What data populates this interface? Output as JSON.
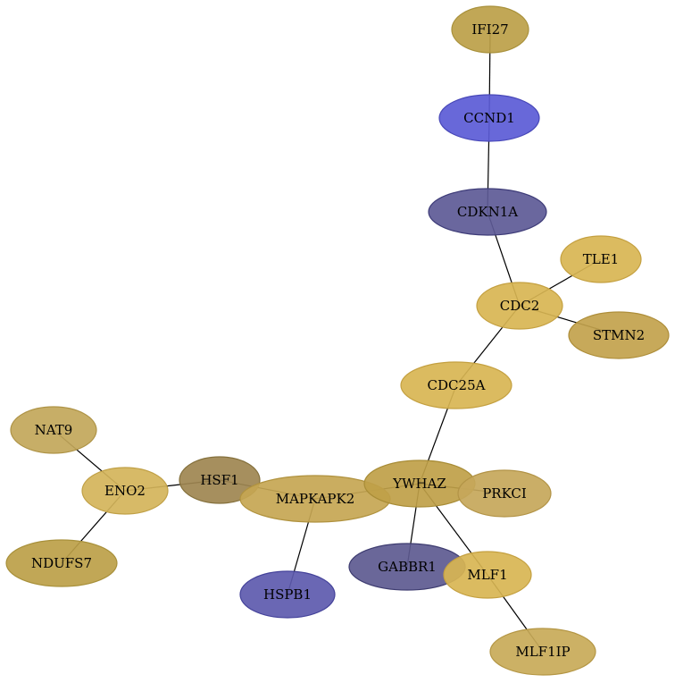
{
  "graph": {
    "nodes": [
      {
        "id": "IFI27",
        "label": "IFI27",
        "fill": "#BCA048",
        "stroke": "#A8903A"
      },
      {
        "id": "CCND1",
        "label": "CCND1",
        "fill": "#5B5BD6",
        "stroke": "#4848B8"
      },
      {
        "id": "CDKN1A",
        "label": "CDKN1A",
        "fill": "#5D5A96",
        "stroke": "#3E3C78"
      },
      {
        "id": "TLE1",
        "label": "TLE1",
        "fill": "#D8B552",
        "stroke": "#C4A040"
      },
      {
        "id": "CDC2",
        "label": "CDC2",
        "fill": "#D8B552",
        "stroke": "#C4A040"
      },
      {
        "id": "STMN2",
        "label": "STMN2",
        "fill": "#C2A24C",
        "stroke": "#AE8E3A"
      },
      {
        "id": "CDC25A",
        "label": "CDC25A",
        "fill": "#D8B552",
        "stroke": "#C4A040"
      },
      {
        "id": "NAT9",
        "label": "NAT9",
        "fill": "#C2A75A",
        "stroke": "#AE9346"
      },
      {
        "id": "ENO2",
        "label": "ENO2",
        "fill": "#D4B45A",
        "stroke": "#C0A046"
      },
      {
        "id": "NDUFS7",
        "label": "NDUFS7",
        "fill": "#BCA048",
        "stroke": "#A8903A"
      },
      {
        "id": "HSF1",
        "label": "HSF1",
        "fill": "#9E8550",
        "stroke": "#84703C"
      },
      {
        "id": "MAPKAPK2",
        "label": "MAPKAPK2",
        "fill": "#C5A652",
        "stroke": "#B0923E"
      },
      {
        "id": "YWHAZ",
        "label": "YWHAZ",
        "fill": "#BFA048",
        "stroke": "#A88C36"
      },
      {
        "id": "PRKCI",
        "label": "PRKCI",
        "fill": "#C6A75A",
        "stroke": "#B29346"
      },
      {
        "id": "GABBR1",
        "label": "GABBR1",
        "fill": "#5D5A90",
        "stroke": "#3E3C70"
      },
      {
        "id": "MLF1",
        "label": "MLF1",
        "fill": "#D8B552",
        "stroke": "#C4A040"
      },
      {
        "id": "HSPB1",
        "label": "HSPB1",
        "fill": "#5D5AAE",
        "stroke": "#44429A"
      },
      {
        "id": "MLF1IP",
        "label": "MLF1IP",
        "fill": "#C8AA58",
        "stroke": "#B49644"
      }
    ],
    "edges": [
      {
        "source": "IFI27",
        "target": "CCND1"
      },
      {
        "source": "CCND1",
        "target": "CDKN1A"
      },
      {
        "source": "CDKN1A",
        "target": "CDC2"
      },
      {
        "source": "CDC2",
        "target": "TLE1"
      },
      {
        "source": "CDC2",
        "target": "STMN2"
      },
      {
        "source": "CDC2",
        "target": "CDC25A"
      },
      {
        "source": "CDC25A",
        "target": "YWHAZ"
      },
      {
        "source": "NAT9",
        "target": "ENO2"
      },
      {
        "source": "ENO2",
        "target": "NDUFS7"
      },
      {
        "source": "ENO2",
        "target": "HSF1"
      },
      {
        "source": "HSF1",
        "target": "MAPKAPK2"
      },
      {
        "source": "MAPKAPK2",
        "target": "YWHAZ"
      },
      {
        "source": "MAPKAPK2",
        "target": "HSPB1"
      },
      {
        "source": "YWHAZ",
        "target": "PRKCI"
      },
      {
        "source": "YWHAZ",
        "target": "GABBR1"
      },
      {
        "source": "YWHAZ",
        "target": "MLF1"
      },
      {
        "source": "MLF1",
        "target": "MLF1IP"
      }
    ]
  }
}
